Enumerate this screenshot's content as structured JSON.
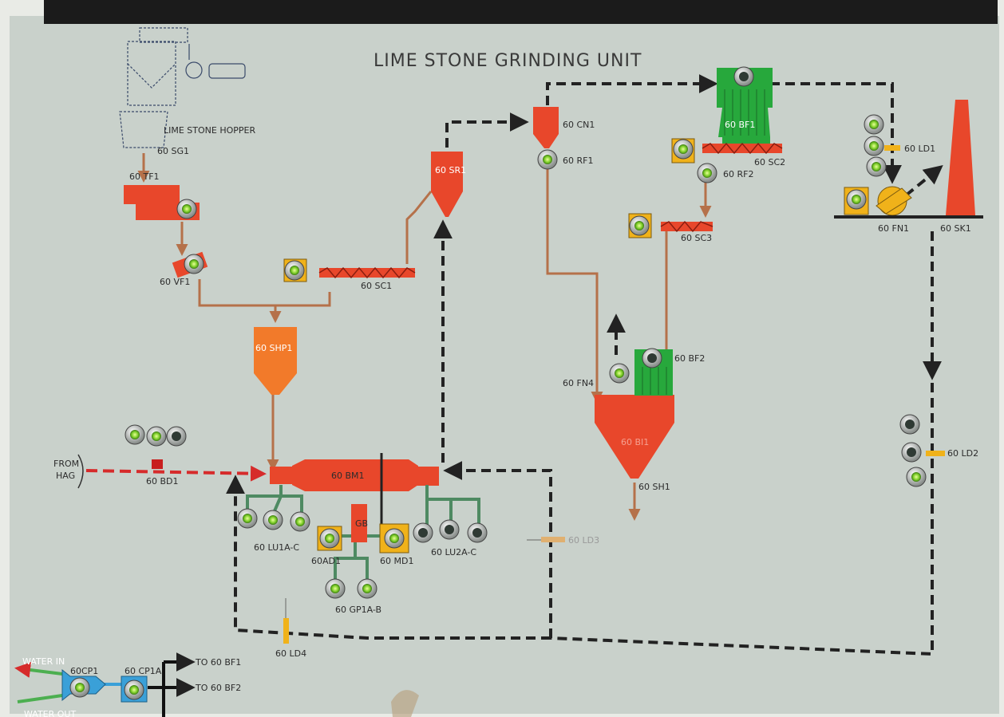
{
  "title": "LIME STONE GRINDING UNIT",
  "hopper_label": "LIME STONE HOPPER",
  "colors": {
    "panel": "#c9d1cb",
    "equipment_red": "#e8472b",
    "hopper_orange": "#f27a2a",
    "filter_green": "#27a83c",
    "blower_yellow": "#f0b21a",
    "cooler_blue": "#3aa0d8",
    "pipe_brown": "#b5714a",
    "lube_green": "#4e8a62",
    "gas_line": "#222222",
    "hag_line": "#d62b2b"
  },
  "labels": {
    "sg1": "60 SG1",
    "tf1": "60 TF1",
    "vf1": "60 VF1",
    "sc1": "60 SC1",
    "sr1": "60 SR1",
    "shp1": "60 SHP1",
    "cn1": "60 CN1",
    "rf1": "60 RF1",
    "bf1": "60 BF1",
    "sc2": "60 SC2",
    "rf2": "60 RF2",
    "sc3": "60 SC3",
    "ld1": "60 LD1",
    "fn1": "60 FN1",
    "sk1": "60 SK1",
    "fn4": "60 FN4",
    "bf2": "60 BF2",
    "bi1": "60 BI1",
    "sh1": "60 SH1",
    "ld2": "60 LD2",
    "ld3": "60 LD3",
    "ld4": "60 LD4",
    "bm1": "60 BM1",
    "bd1": "60 BD1",
    "from_hag_1": "FROM",
    "from_hag_2": "HAG",
    "lu1": "60 LU1A-C",
    "lu2": "60 LU2A-C",
    "gb": "GB",
    "ad1": "60AD1",
    "md1": "60 MD1",
    "gp1": "60 GP1A-B",
    "water_in": "WATER IN",
    "water_out": "WATER OUT",
    "cp1": "60CP1",
    "cp1a": "60 CP1A",
    "to_bf1": "TO 60 BF1",
    "to_bf2": "TO 60 BF2"
  }
}
